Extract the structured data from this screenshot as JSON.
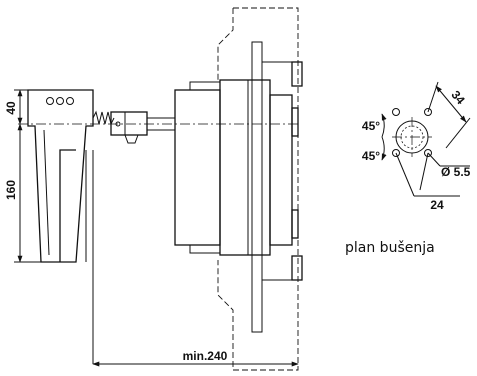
{
  "side_view": {
    "dim_height_top": "40",
    "dim_height_bottom": "160",
    "dim_min_length": "min.240"
  },
  "drill_plan": {
    "dim_angle_upper": "45°",
    "dim_angle_lower": "45°",
    "dim_diagonal": "34",
    "dim_hole_diameter": "Ø 5.5",
    "dim_spacing": "24",
    "caption": "plan bušenja"
  }
}
